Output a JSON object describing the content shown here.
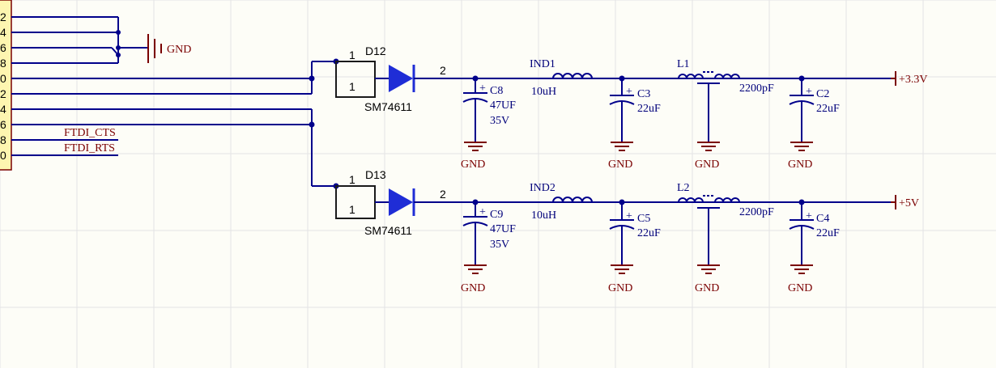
{
  "connector": {
    "pins": [
      "2",
      "4",
      "6",
      "8",
      "0",
      "2",
      "4",
      "6",
      "8",
      "0"
    ]
  },
  "nets": {
    "ftdi_cts": "FTDI_CTS",
    "ftdi_rts": "FTDI_RTS",
    "gnd_port": "GND",
    "rail_3v3": "+3.3V",
    "rail_5v": "+5V"
  },
  "gnd_label": "GND",
  "upper": {
    "diode": {
      "ref": "D12",
      "value": "SM74611",
      "pin_a1": "1",
      "pin_a2": "1",
      "pin_k": "2"
    },
    "bulk_cap": {
      "ref": "C8",
      "value": "47UF",
      "voltage": "35V"
    },
    "inductor": {
      "ref": "IND1",
      "value": "10uH"
    },
    "cap_mid": {
      "ref": "C3",
      "value": "22uF"
    },
    "filter": {
      "ref": "L1",
      "value": "2200pF"
    },
    "cap_out": {
      "ref": "C2",
      "value": "22uF"
    }
  },
  "lower": {
    "diode": {
      "ref": "D13",
      "value": "SM74611",
      "pin_a1": "1",
      "pin_a2": "1",
      "pin_k": "2"
    },
    "bulk_cap": {
      "ref": "C9",
      "value": "47UF",
      "voltage": "35V"
    },
    "inductor": {
      "ref": "IND2",
      "value": "10uH"
    },
    "cap_mid": {
      "ref": "C5",
      "value": "22uF"
    },
    "filter": {
      "ref": "L2",
      "value": "2200pF"
    },
    "cap_out": {
      "ref": "C4",
      "value": "22uF"
    }
  },
  "colors": {
    "background": "#fdfdf7",
    "grid": "#e4e4e4",
    "wire": "#00008b",
    "power_symbol": "#7a0000",
    "component_body": "#1a1a1a",
    "connector_fill": "#fdf5b0"
  }
}
